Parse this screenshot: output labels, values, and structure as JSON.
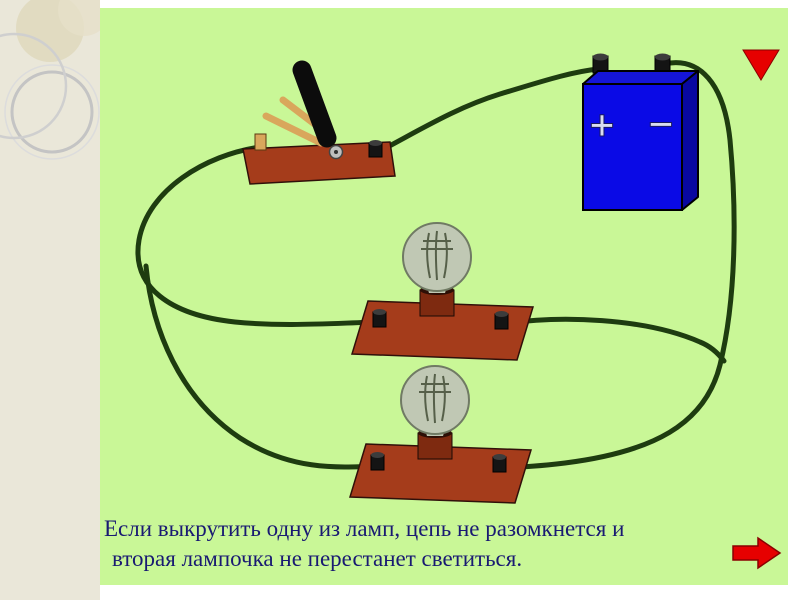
{
  "caption": {
    "line1": "Если выкрутить одну из ламп, цепь не разомкнется и",
    "line2": "вторая лампочка не перестанет светиться."
  },
  "battery": {
    "plus_label": "+",
    "minus_label": "−"
  },
  "icons": {
    "nav_next_arrow": "red-right-arrow",
    "nav_marker": "red-down-triangle",
    "switch": "knife-switch",
    "lamp": "light-bulb-on-base",
    "battery": "blue-battery-block"
  },
  "colors": {
    "panel_green": "#c9f797",
    "sidebar_beige": "#eae7d9",
    "wire_green": "#1e3c10",
    "battery_blue": "#0a0ae6",
    "battery_side_blue": "#0808a0",
    "battery_top_blue": "#1515d8",
    "base_brown": "#a53c1b",
    "bulb_glass": "#c0c8b4",
    "accent_red": "#e60000",
    "caption_text": "#191a72",
    "metal_tan": "#d9a75c"
  }
}
